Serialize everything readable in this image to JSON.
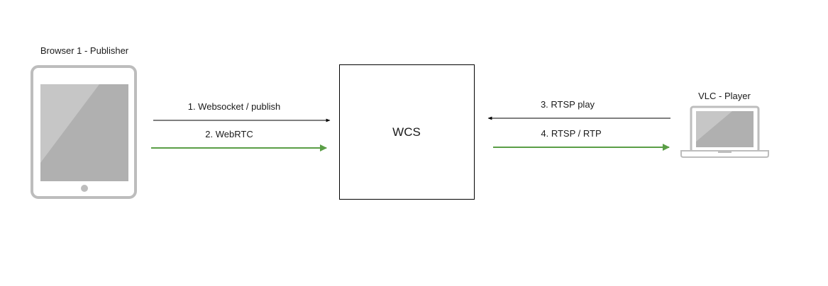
{
  "nodes": {
    "publisher_label": "Browser 1 - Publisher",
    "server_label": "WCS",
    "player_label": "VLC - Player"
  },
  "edges": [
    {
      "label": "1. Websocket / publish",
      "color": "#000000"
    },
    {
      "label": "2. WebRTC",
      "color": "#5a9e46"
    },
    {
      "label": "3. RTSP play",
      "color": "#000000"
    },
    {
      "label": "4. RTSP / RTP",
      "color": "#5a9e46"
    }
  ],
  "colors": {
    "device_frame": "#bdbdbd",
    "device_screen": "#b0b0b0",
    "device_highlight": "#c6c6c6",
    "box_stroke": "#000000",
    "green_arrow": "#5a9e46"
  },
  "icons": {
    "publisher": "tablet-icon",
    "player": "laptop-icon"
  }
}
